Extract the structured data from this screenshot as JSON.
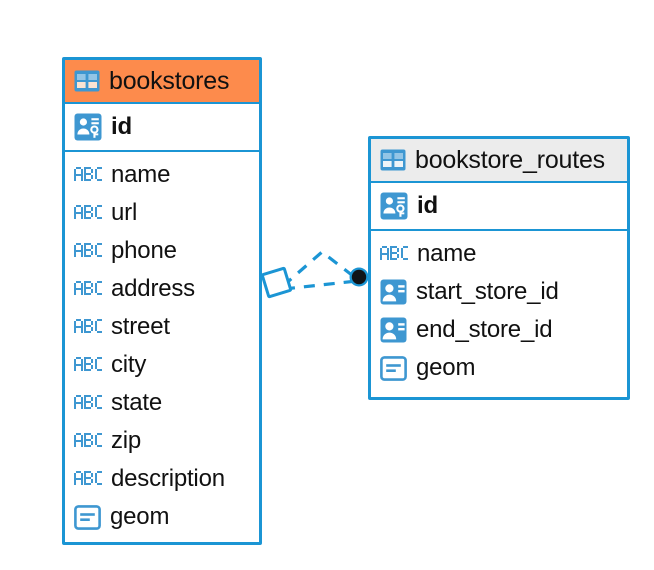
{
  "diagram": {
    "type": "entity-relationship-diagram",
    "background": "#ffffff",
    "accent_color": "#1b95d4",
    "highlight_color": "#fd8b4c",
    "header_gray": "#ececec",
    "text_color": "#111111"
  },
  "entities": [
    {
      "name": "bookstores",
      "header_style": "highlighted",
      "header_icon": "table-icon",
      "primary_key": {
        "label": "id",
        "icon": "primary-key-icon",
        "bold": true
      },
      "fields": [
        {
          "label": "name",
          "icon": "abc-icon"
        },
        {
          "label": "url",
          "icon": "abc-icon"
        },
        {
          "label": "phone",
          "icon": "abc-icon"
        },
        {
          "label": "address",
          "icon": "abc-icon"
        },
        {
          "label": "street",
          "icon": "abc-icon"
        },
        {
          "label": "city",
          "icon": "abc-icon"
        },
        {
          "label": "state",
          "icon": "abc-icon"
        },
        {
          "label": "zip",
          "icon": "abc-icon"
        },
        {
          "label": "description",
          "icon": "abc-icon"
        },
        {
          "label": "geom",
          "icon": "geometry-icon"
        }
      ]
    },
    {
      "name": "bookstore_routes",
      "header_style": "default",
      "header_icon": "table-icon",
      "primary_key": {
        "label": "id",
        "icon": "primary-key-icon",
        "bold": true
      },
      "fields": [
        {
          "label": "name",
          "icon": "abc-icon"
        },
        {
          "label": "start_store_id",
          "icon": "foreign-key-icon"
        },
        {
          "label": "end_store_id",
          "icon": "foreign-key-icon"
        },
        {
          "label": "geom",
          "icon": "geometry-icon"
        }
      ]
    }
  ],
  "relationship": {
    "style": "dashed",
    "color": "#1b95d4",
    "source_endpoint": "diamond",
    "target_endpoint": "filled-circle",
    "target_endpoint_color": "#101418",
    "connector_count": 2
  }
}
